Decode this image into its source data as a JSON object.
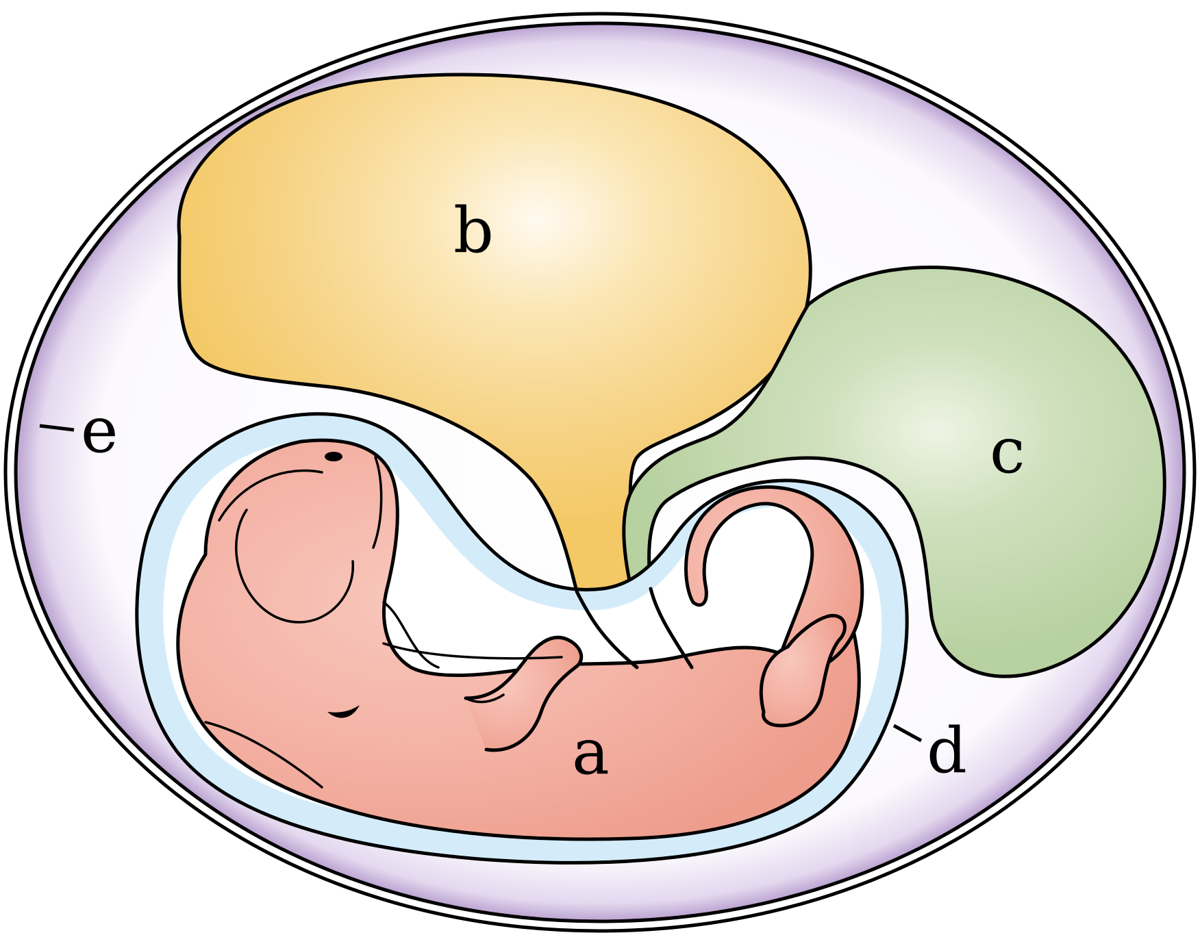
{
  "labels": {
    "a": "a",
    "b": "b",
    "c": "c",
    "d": "d",
    "e": "e"
  },
  "colors": {
    "shell_tint": "#c9b6dc",
    "yolk": "#f5cc6e",
    "allantois": "#bcd4a5",
    "amnion": "#bfe1f5",
    "embryo": "#f3ada0",
    "outline": "#000000"
  }
}
